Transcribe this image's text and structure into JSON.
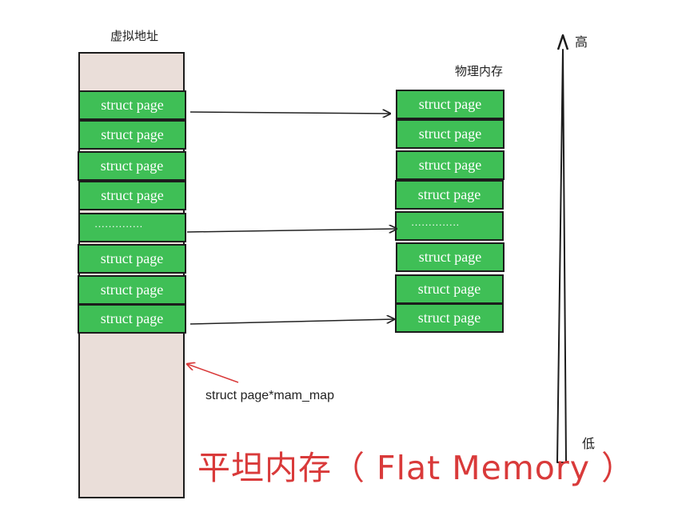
{
  "virtual": {
    "title": "虚拟地址",
    "cells": [
      "struct page",
      "struct page",
      "struct page",
      "struct page",
      "··············",
      "struct page",
      "struct page",
      "struct page"
    ]
  },
  "physical": {
    "title": "物理内存",
    "cells": [
      "struct page",
      "struct page",
      "struct page",
      "struct page",
      "··············",
      "struct page",
      "struct page",
      "struct page"
    ]
  },
  "axis": {
    "high": "高",
    "low": "低"
  },
  "pointer_caption": "struct page*mam_map",
  "title": "平坦内存（ Flat Memory ）",
  "colors": {
    "cell_fill": "#3fbf56",
    "column_fill": "#eaded9",
    "title": "#d93a3a",
    "pointer_arrow": "#d93a3a",
    "arrow": "#222222"
  }
}
